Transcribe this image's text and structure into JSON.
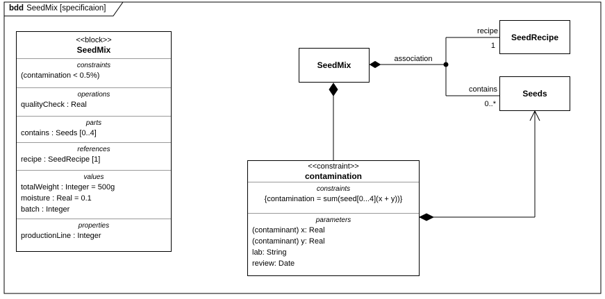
{
  "frame": {
    "keyword": "bdd",
    "title": "SeedMix [specificaion]"
  },
  "left_block": {
    "stereotype": "<<block>>",
    "name": "SeedMix",
    "compartments": [
      {
        "label": "constraints",
        "lines": [
          "(contamination < 0.5%)"
        ]
      },
      {
        "label": "operations",
        "lines": [
          "qualityCheck : Real"
        ]
      },
      {
        "label": "parts",
        "lines": [
          "contains : Seeds [0..4]"
        ]
      },
      {
        "label": "references",
        "lines": [
          "recipe : SeedRecipe [1]"
        ]
      },
      {
        "label": "values",
        "lines": [
          "totalWeight : Integer = 500g",
          "moisture : Real = 0.1",
          "batch : Integer"
        ]
      },
      {
        "label": "properties",
        "lines": [
          "productionLine : Integer"
        ]
      }
    ]
  },
  "nodes": {
    "seedmix_label": "SeedMix",
    "seedrecipe_label": "SeedRecipe",
    "seeds_label": "Seeds"
  },
  "constraint_block": {
    "stereotype": "<<constraint>>",
    "name": "contamination",
    "compartments": [
      {
        "label": "constraints",
        "lines": [
          "{contamination = sum(seed[0...4](x + y))}"
        ]
      },
      {
        "label": "parameters",
        "lines": [
          "(contaminant) x: Real",
          "(contaminant) y: Real",
          "lab: String",
          "review: Date"
        ]
      }
    ]
  },
  "edges": {
    "association": {
      "label": "association"
    },
    "recipe": {
      "role": "recipe",
      "multiplicity": "1"
    },
    "contains": {
      "role": "contains",
      "multiplicity": "0..*"
    }
  },
  "colors": {
    "line": "#000000",
    "divider": "#999999",
    "background": "#ffffff"
  }
}
